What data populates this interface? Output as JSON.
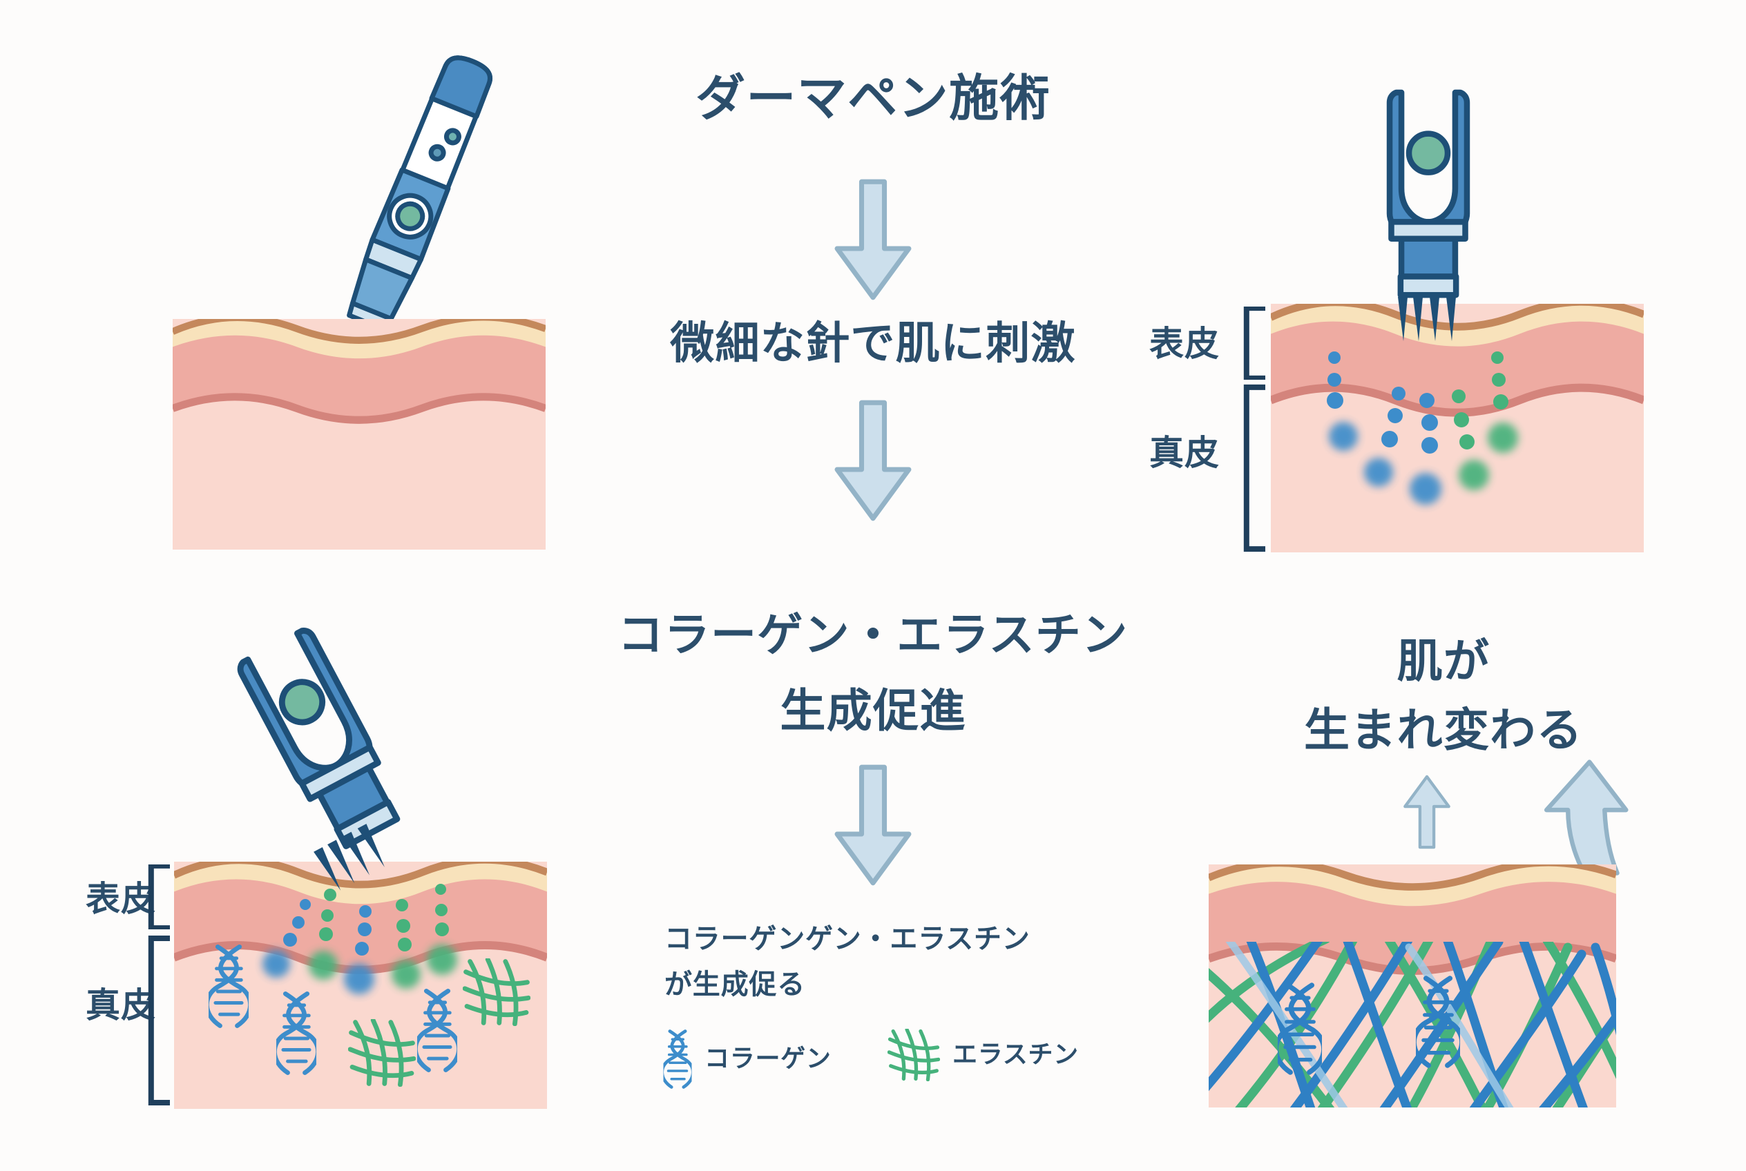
{
  "page": {
    "background": "#fdfcfb",
    "text_color": "#2c4e6b",
    "title": "ダーマペン施術"
  },
  "colors": {
    "text": "#2c4e6b",
    "pen_body": "#4a8bc2",
    "pen_outline": "#1e4f77",
    "pen_button": "#74b9a0",
    "pen_band": "#cfe3f0",
    "arrow_fill": "#ccdfec",
    "arrow_stroke": "#93b3c7",
    "skin_top_line": "#c4885c",
    "skin_cream": "#f8e2bb",
    "skin_salmon": "#eeaba2",
    "skin_wave": "#d4847c",
    "skin_dermis": "#fad8cf",
    "collagen_blue": "#3d8dcb",
    "elastin_green": "#46b27c"
  },
  "steps": [
    {
      "id": "step-1",
      "label": "ダーマペン施術"
    },
    {
      "id": "step-2",
      "label": "微細な針で肌に刺激"
    },
    {
      "id": "step-3",
      "line1": "コラーゲン・エラスチン",
      "line2": "生成促進"
    },
    {
      "id": "step-4",
      "line1": "肌が",
      "line2": "生まれ変わる"
    }
  ],
  "caption": {
    "line1": "コラーゲンゲン・エラスチン",
    "line2": "が生成促る"
  },
  "legend": {
    "items": [
      {
        "icon": "dna-helix-icon",
        "label": "コラーゲン",
        "color": "#3d8dcb"
      },
      {
        "icon": "mesh-net-icon",
        "label": "エラスチン",
        "color": "#46b27c"
      }
    ]
  },
  "skin_labels": {
    "epidermis": "表皮",
    "dermis": "真皮"
  },
  "panels": [
    {
      "id": "panel-untreated-skin",
      "name": "untreated-skin-diagram",
      "has_pen": true,
      "pen_state": "hovering"
    },
    {
      "id": "panel-needling-skin",
      "name": "needling-skin-diagram",
      "has_pen": true,
      "pen_state": "penetrating",
      "labels": [
        "表皮",
        "真皮"
      ]
    },
    {
      "id": "panel-collagen-production-skin",
      "name": "collagen-production-skin-diagram",
      "has_pen": true,
      "pen_state": "penetrating",
      "labels": [
        "表皮",
        "真皮"
      ]
    },
    {
      "id": "panel-renewed-skin",
      "name": "renewed-skin-diagram",
      "has_pen": false,
      "labels": []
    }
  ],
  "arrows": [
    {
      "id": "arrow-down-1",
      "direction": "down",
      "size": "medium"
    },
    {
      "id": "arrow-down-2",
      "direction": "down",
      "size": "medium"
    },
    {
      "id": "arrow-down-3",
      "direction": "down",
      "size": "medium"
    },
    {
      "id": "arrow-up-small",
      "direction": "up",
      "size": "small"
    },
    {
      "id": "arrow-up-large",
      "direction": "up",
      "size": "large"
    }
  ]
}
